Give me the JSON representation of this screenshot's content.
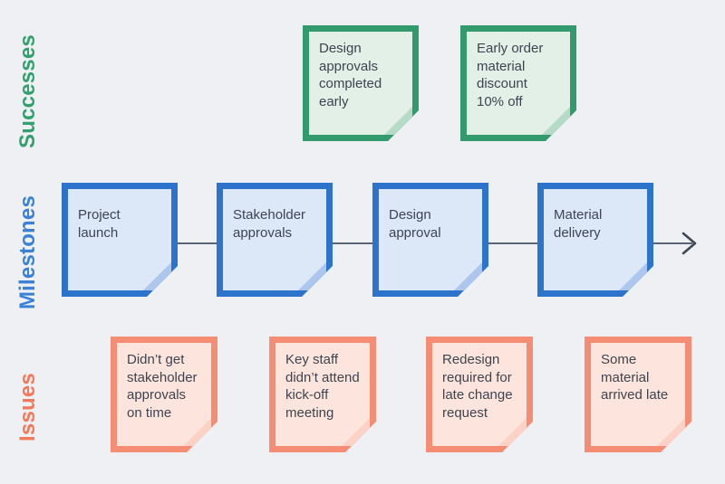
{
  "board": {
    "background_color": "#eef0f3",
    "text_color": "#3d4450"
  },
  "rows": [
    {
      "key": "successes",
      "label": "Successes",
      "color": "#33a06f"
    },
    {
      "key": "milestones",
      "label": "Milestones",
      "color": "#3b82d6"
    },
    {
      "key": "issues",
      "label": "Issues",
      "color": "#f4795b"
    }
  ],
  "successes": {
    "label": "Successes",
    "color": "#33a06f",
    "notes": [
      {
        "text": "Design\napprovals\ncompleted\nearly"
      },
      {
        "text": "Early order\nmaterial\ndiscount\n10% off"
      }
    ]
  },
  "milestones": {
    "label": "Milestones",
    "color": "#3b82d6",
    "notes": [
      {
        "text": "Project\nlaunch"
      },
      {
        "text": "Stakeholder\napprovals"
      },
      {
        "text": "Design\napproval"
      },
      {
        "text": "Material\ndelivery"
      }
    ],
    "arrow": "timeline-arrow-right"
  },
  "issues": {
    "label": "Issues",
    "color": "#f4795b",
    "notes": [
      {
        "text": "Didn’t get\nstakeholder\napprovals\non time"
      },
      {
        "text": "Key staff\ndidn’t attend\nkick-off\nmeeting"
      },
      {
        "text": "Redesign\nrequired for\nlate change\nrequest"
      },
      {
        "text": "Some\nmaterial\narrived late"
      }
    ]
  }
}
